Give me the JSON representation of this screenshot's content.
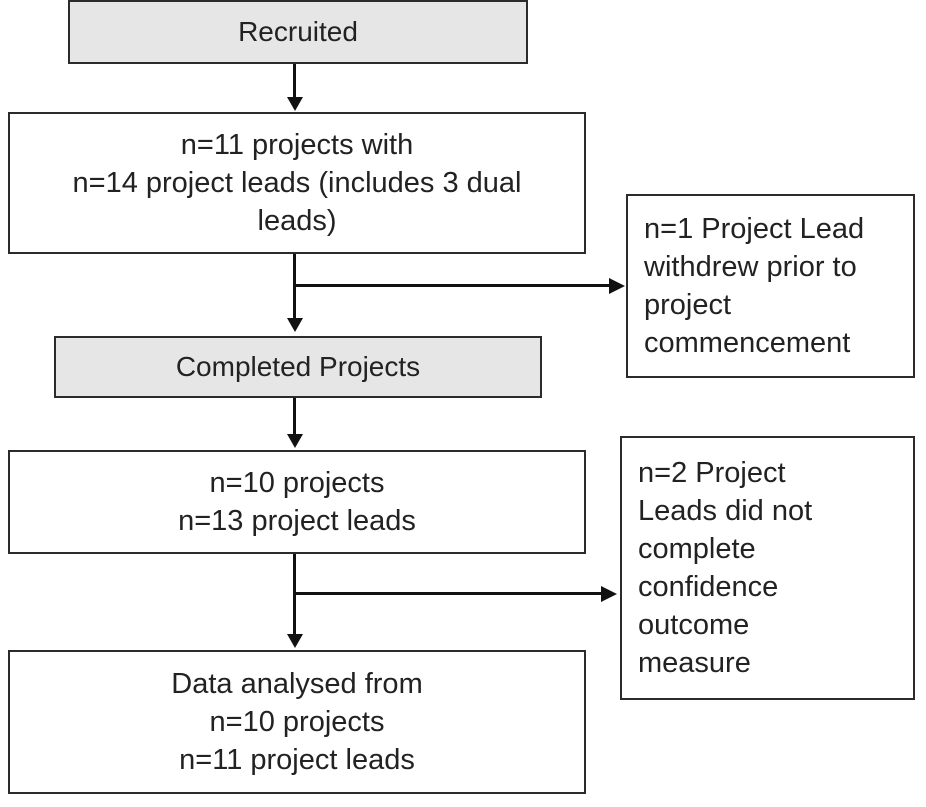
{
  "flow": {
    "recruited": {
      "label": "Recruited"
    },
    "recruited_detail": {
      "lines": [
        "n=11 projects with",
        "n=14 project leads (includes 3 dual",
        "leads)"
      ]
    },
    "withdrew_note": {
      "lines": [
        "n=1 Project Lead",
        "withdrew prior to",
        "project",
        "commencement"
      ]
    },
    "completed": {
      "label": "Completed Projects"
    },
    "completed_detail": {
      "lines": [
        "n=10 projects",
        "n=13 project leads"
      ]
    },
    "incomplete_note": {
      "lines": [
        "n=2 Project",
        "Leads did not",
        "complete",
        "confidence",
        "outcome",
        "measure"
      ]
    },
    "analysed": {
      "lines": [
        "Data analysed from",
        "n=10 projects",
        "n=11 project leads"
      ]
    }
  }
}
